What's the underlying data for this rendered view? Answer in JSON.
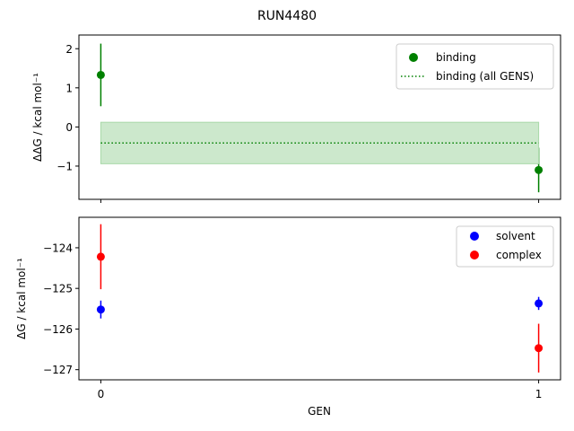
{
  "figure": {
    "title": "RUN4480",
    "xlabel": "GEN"
  },
  "chart_data": [
    {
      "type": "scatter",
      "panel": "top",
      "ylabel": "ΔΔG / kcal mol⁻¹",
      "xlim": [
        -0.05,
        1.05
      ],
      "ylim": [
        -1.85,
        2.35
      ],
      "yticks": [
        "2",
        "1",
        "0",
        "−1"
      ],
      "ytick_values": [
        2,
        1,
        0,
        -1
      ],
      "xticks": [
        0,
        1
      ],
      "grid": false,
      "legend_position": "top-right",
      "series": [
        {
          "name": "binding",
          "kind": "points_with_errorbars",
          "color": "#008000",
          "points": [
            {
              "x": 0,
              "y": 1.33,
              "yerr": 0.8
            },
            {
              "x": 1,
              "y": -1.1,
              "yerr": 0.57
            }
          ]
        },
        {
          "name": "binding (all GENS)",
          "kind": "hline_with_band",
          "color": "#008000",
          "band_color": "#cce8cc",
          "y": -0.41,
          "band": [
            -0.94,
            0.12
          ],
          "x_range": [
            0,
            1
          ]
        }
      ]
    },
    {
      "type": "scatter",
      "panel": "bottom",
      "ylabel": "ΔG / kcal mol⁻¹",
      "xlim": [
        -0.05,
        1.05
      ],
      "ylim": [
        -127.25,
        -123.25
      ],
      "yticks": [
        "−124",
        "−125",
        "−126",
        "−127"
      ],
      "ytick_values": [
        -124,
        -125,
        -126,
        -127
      ],
      "xticks": [
        "0",
        "1"
      ],
      "xtick_values": [
        0,
        1
      ],
      "grid": false,
      "legend_position": "top-right",
      "series": [
        {
          "name": "solvent",
          "color": "#0000ff",
          "points": [
            {
              "x": 0,
              "y": -125.52,
              "yerr": 0.22
            },
            {
              "x": 1,
              "y": -125.37,
              "yerr": 0.16
            }
          ]
        },
        {
          "name": "complex",
          "color": "#ff0000",
          "points": [
            {
              "x": 0,
              "y": -124.22,
              "yerr": 0.8
            },
            {
              "x": 1,
              "y": -126.47,
              "yerr": 0.6
            }
          ]
        }
      ]
    }
  ]
}
